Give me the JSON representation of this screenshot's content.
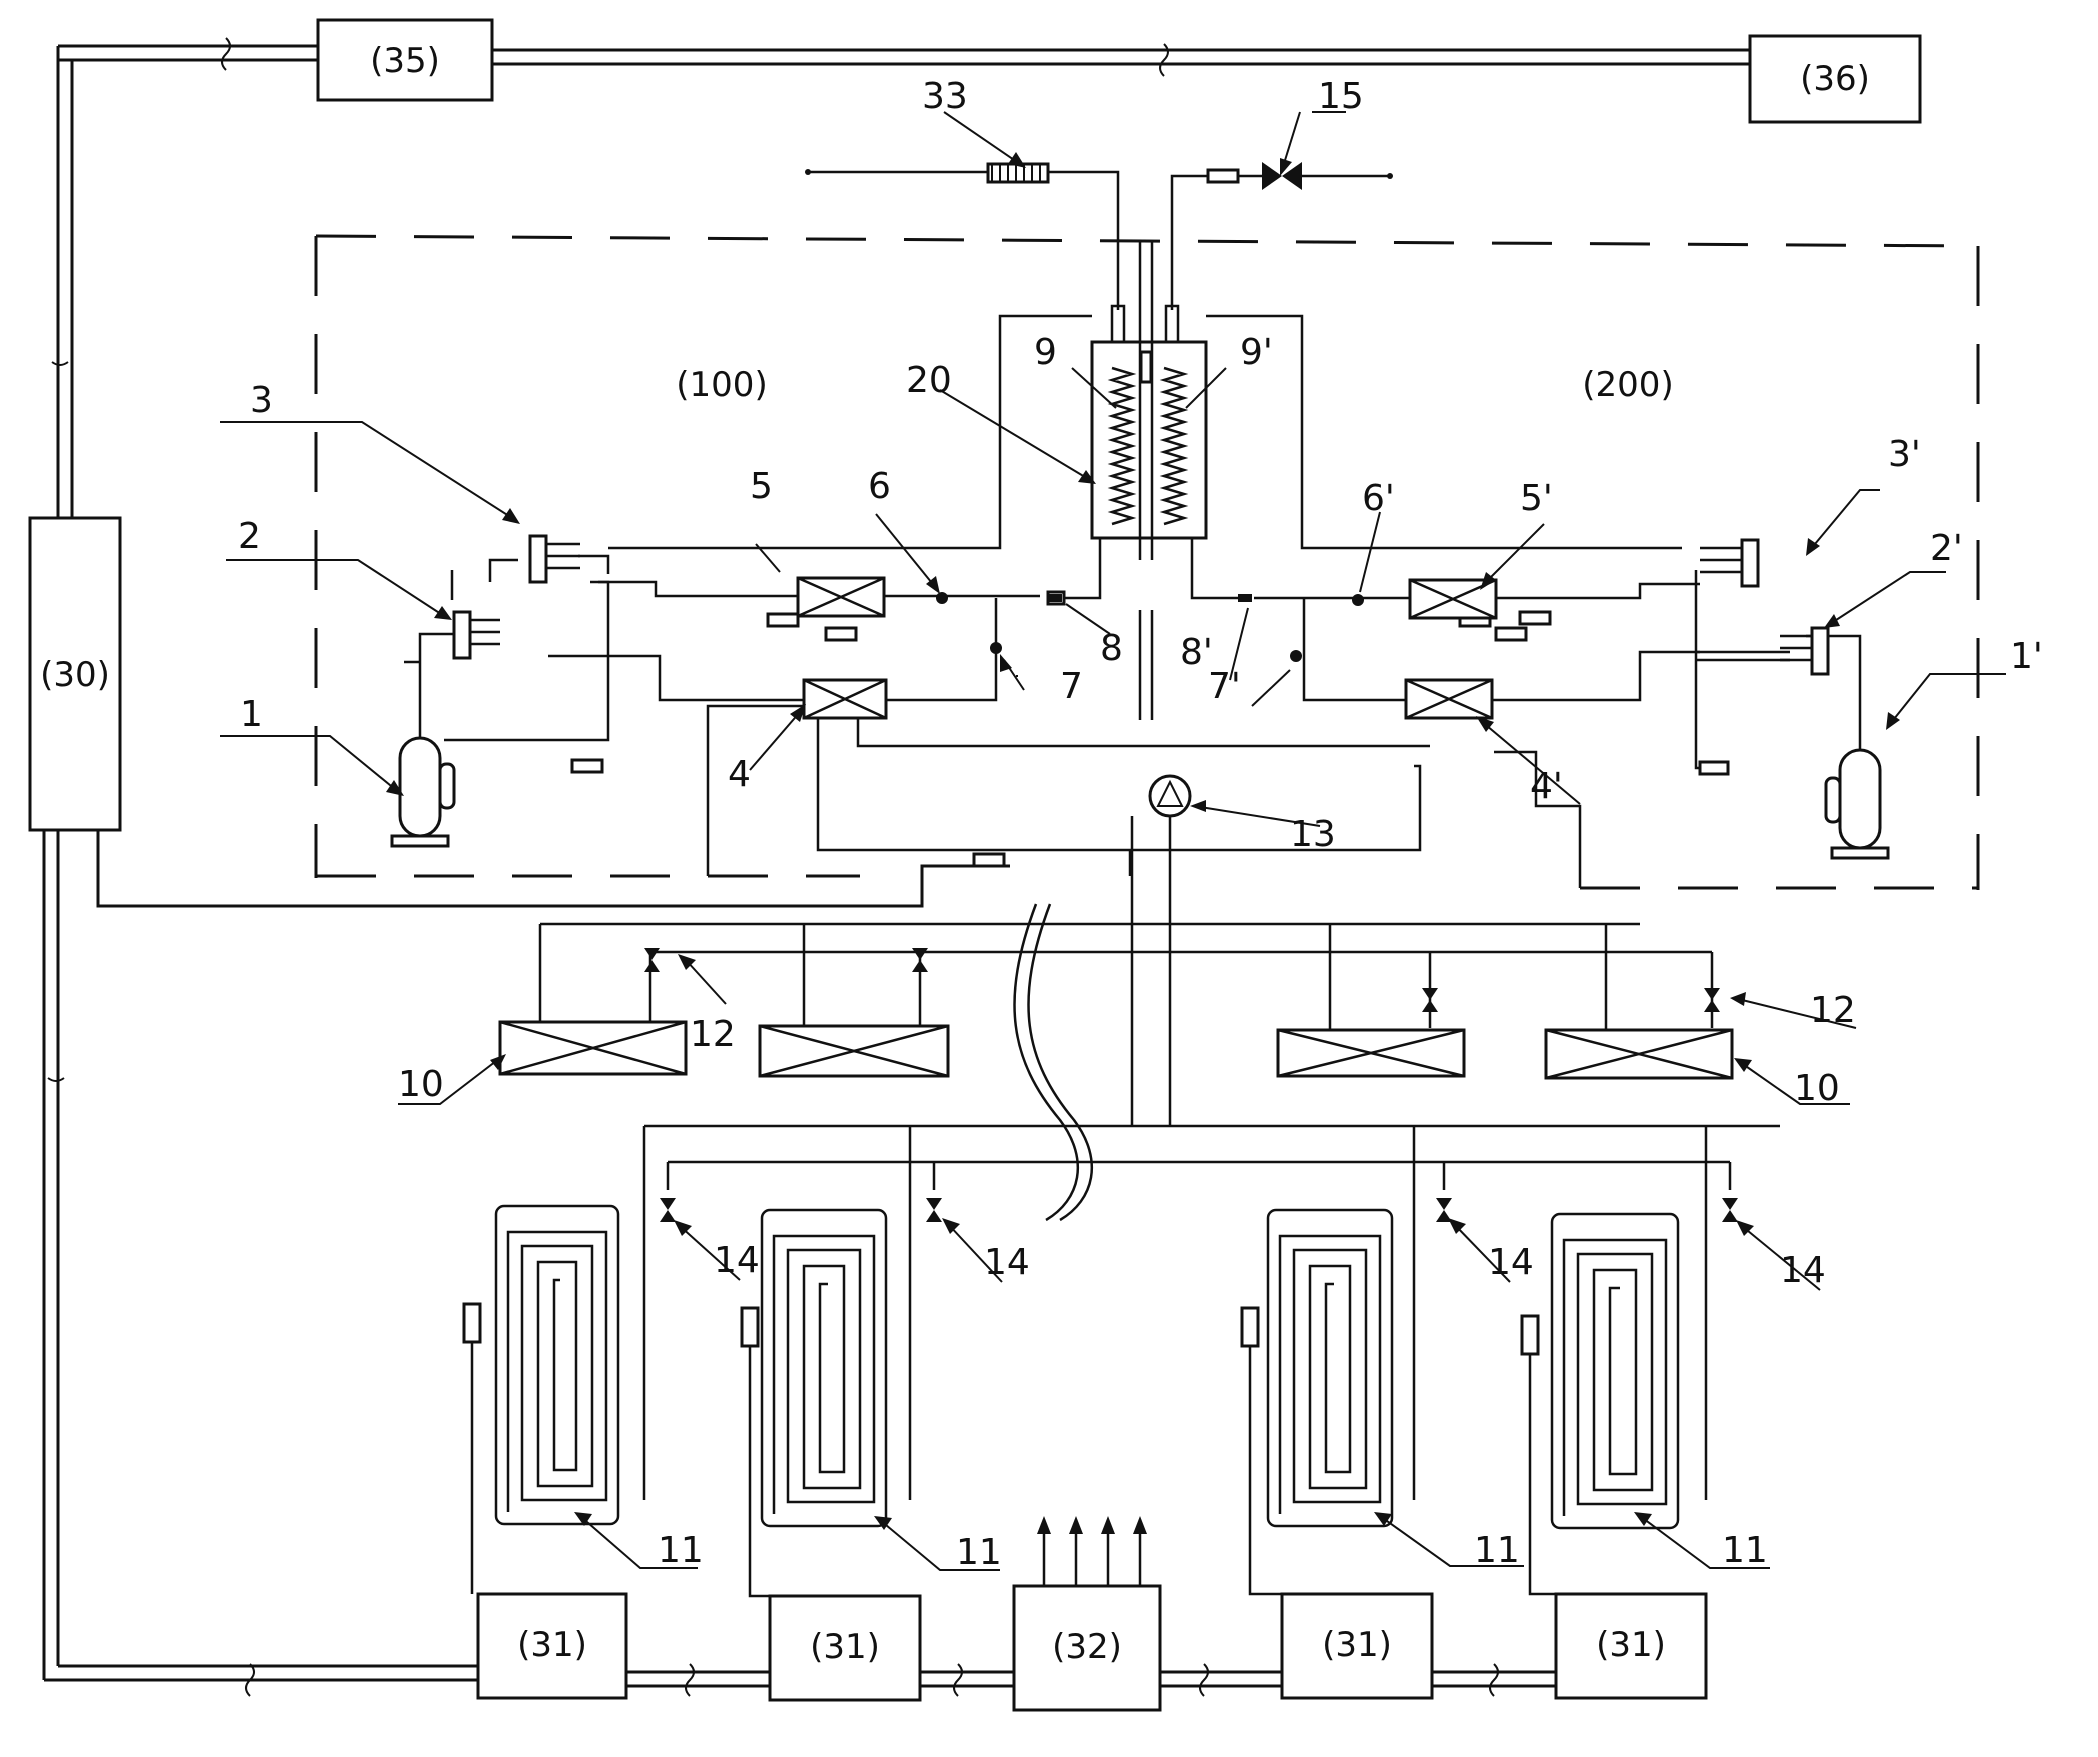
{
  "boxes": {
    "b30": "(30)",
    "b31": "(31)",
    "b32": "(32)",
    "b35": "(35)",
    "b36": "(36)",
    "b100": "(100)",
    "b200": "(200)"
  },
  "labels": {
    "l1": "1",
    "l1p": "1'",
    "l2": "2",
    "l2p": "2'",
    "l3": "3",
    "l3p": "3'",
    "l4": "4",
    "l4p": "4'",
    "l5": "5",
    "l5p": "5'",
    "l6": "6",
    "l6p": "6'",
    "l7": "7",
    "l7p": "7'",
    "l8": "8",
    "l8p": "8'",
    "l9": "9",
    "l9p": "9'",
    "l10": "10",
    "l11": "11",
    "l12": "12",
    "l13": "13",
    "l14": "14",
    "l15": "15",
    "l20": "20",
    "l33": "33"
  }
}
